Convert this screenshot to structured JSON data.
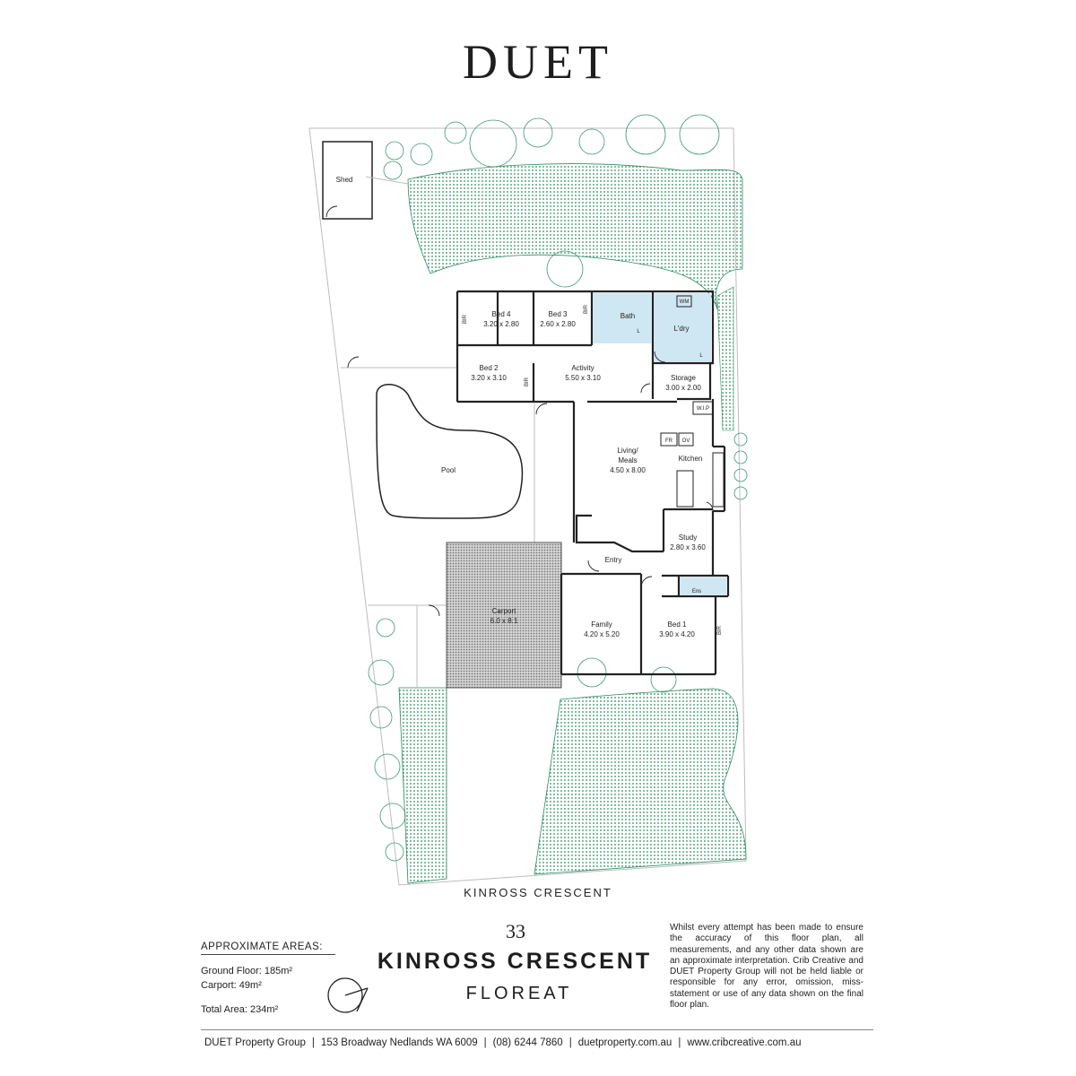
{
  "header": {
    "brand": "DUET"
  },
  "plan": {
    "rooms": {
      "shed": "Shed",
      "bed4": {
        "name": "Bed 4",
        "dims": "3.20 x 2.80"
      },
      "bed3": {
        "name": "Bed 3",
        "dims": "2.60 x 2.80"
      },
      "bed2": {
        "name": "Bed 2",
        "dims": "3.20 x 3.10"
      },
      "activity": {
        "name": "Activity",
        "dims": "5.50 x 3.10"
      },
      "bath": "Bath",
      "laundry": "L'dry",
      "storage": {
        "name": "Storage",
        "dims": "3.00 x 2.00"
      },
      "wip": "W.I.P",
      "fridge": "FR",
      "oven": "OV",
      "living": {
        "name1": "Living/",
        "name2": "Meals",
        "dims": "4.50 x 8.00"
      },
      "kitchen": "Kitchen",
      "pool": "Pool",
      "study": {
        "name": "Study",
        "dims": "2.80 x 3.60"
      },
      "entry": "Entry",
      "ensuite": "Ens",
      "carport": {
        "name": "Carport",
        "dims": "6.0 x 8.1"
      },
      "family": {
        "name": "Family",
        "dims": "4.20 x 5.20"
      },
      "bed1": {
        "name": "Bed 1",
        "dims": "3.90 x 4.20"
      },
      "bir": "BIR",
      "wm": "WM",
      "linen": "L"
    },
    "street": "KINROSS CRESCENT"
  },
  "areas": {
    "title": "APPROXIMATE AREAS:",
    "ground": "Ground Floor: 185m²",
    "carport": "Carport: 49m²",
    "total": "Total Area: 234m²"
  },
  "address": {
    "number": "33",
    "street": "KINROSS CRESCENT",
    "suburb": "FLOREAT"
  },
  "disclaimer": "Whilst every attempt has been made to ensure the accuracy of this floor plan, all measurements, and any other data shown are an approximate interpretation. Crib Creative and DUET Property Group will not be held liable or responsible for any error, omission, miss-statement or use of any data shown on the final floor plan.",
  "footer": {
    "company": "DUET Property Group",
    "address": "153 Broadway Nedlands WA 6009",
    "phone": "(08) 6244 7860",
    "web1": "duetproperty.com.au",
    "web2": "www.cribcreative.com.au",
    "separator": "|"
  },
  "colors": {
    "landscape": "#2e8b62",
    "wet_area": "#cfe6f3",
    "carport": "#8c8c8c",
    "ink": "#1e1e1e"
  }
}
